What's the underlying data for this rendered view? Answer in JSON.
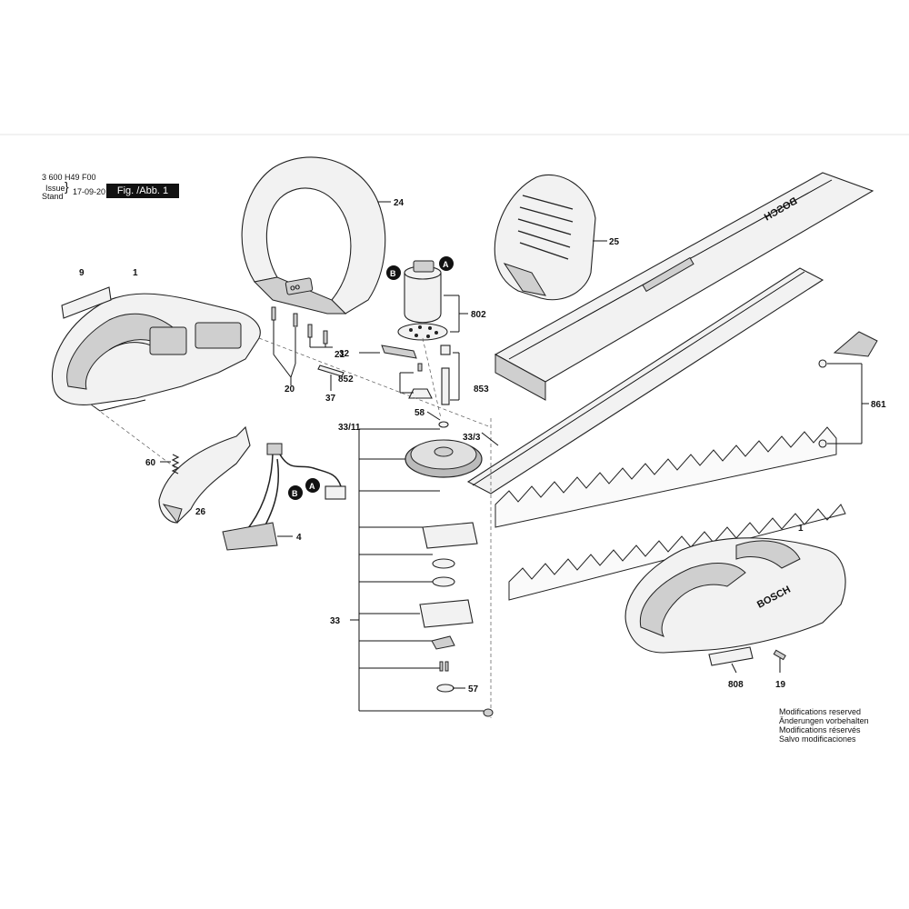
{
  "header": {
    "doc_number": "3 600 H49 F00",
    "issue_label": "Issue",
    "stand_label": "Stand",
    "issue_date": "17-09-20",
    "figure_label": "Fig. /Abb. 1"
  },
  "footer": {
    "modifications": [
      "Modifications reserved",
      "Änderungen vorbehalten",
      "Modifications réservés",
      "Salvo modificaciones"
    ]
  },
  "brand_text": "BOSCH",
  "connector_badges": {
    "a": "A",
    "b": "B"
  },
  "part_numbers": {
    "p9": "9",
    "p1_left": "1",
    "p24": "24",
    "p25": "25",
    "p802": "802",
    "p21": "21",
    "p20": "20",
    "p32": "32",
    "p852": "852",
    "p853": "853",
    "p37": "37",
    "p58": "58",
    "p33_11": "33/11",
    "p33_3": "33/3",
    "p861": "861",
    "p60": "60",
    "p26": "26",
    "p4": "4",
    "p33": "33",
    "p1_right": "1",
    "p808": "808",
    "p19": "19",
    "p57": "57"
  }
}
